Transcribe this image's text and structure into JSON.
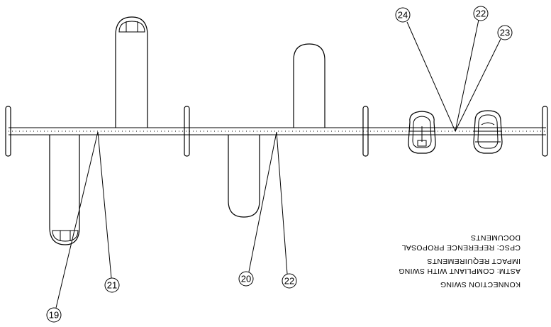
{
  "callouts": {
    "c24": "24",
    "c22_top": "22",
    "c23": "23",
    "c21": "21",
    "c19": "19",
    "c20": "20",
    "c22_bottom": "22"
  },
  "notes": {
    "line1": "KONNECTION SWING",
    "line2": "ASTM: COMPLIANT WITH SWING",
    "line3": "IMPACT REQUIREMENTS",
    "line4": "CPSC: REFERENCE PROPOSAL",
    "line5": "DOCUMENTS"
  }
}
